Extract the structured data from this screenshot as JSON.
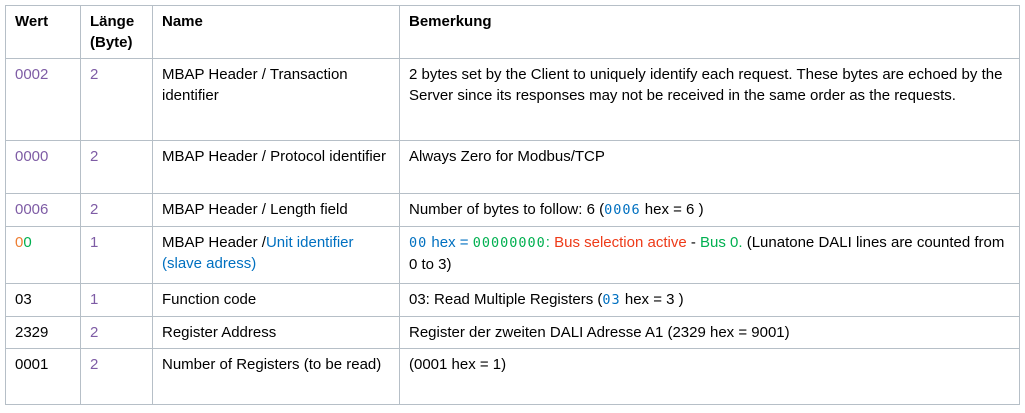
{
  "palette": {
    "black": "#000000",
    "purple": "#7E5CA5",
    "blue": "#0070C0",
    "green": "#00B050",
    "orange": "#ED7D31",
    "red": "#EE3A18"
  },
  "table": {
    "columns": [
      {
        "label": "Wert"
      },
      {
        "label": "Länge (Byte)"
      },
      {
        "label": "Name"
      },
      {
        "label": "Bemerkung"
      }
    ],
    "rows": [
      {
        "wert": [
          {
            "text": "0002",
            "color": "purple"
          }
        ],
        "laenge": [
          {
            "text": "2",
            "color": "purple"
          }
        ],
        "name": [
          {
            "text": "MBAP Header / Transaction identifier",
            "color": "black"
          }
        ],
        "bemerkung": [
          {
            "text": "2 bytes set by the Client to uniquely identify each request. These bytes are echoed by the Server since its responses may not be received in the same order as the requests.",
            "color": "black"
          }
        ]
      },
      {
        "wert": [
          {
            "text": "0000",
            "color": "purple"
          }
        ],
        "laenge": [
          {
            "text": "2",
            "color": "purple"
          }
        ],
        "name": [
          {
            "text": "MBAP Header / Protocol identifier",
            "color": "black"
          }
        ],
        "bemerkung": [
          {
            "text": "Always Zero for Modbus/TCP",
            "color": "black"
          }
        ]
      },
      {
        "wert": [
          {
            "text": "0006",
            "color": "purple"
          }
        ],
        "laenge": [
          {
            "text": "2",
            "color": "purple"
          }
        ],
        "name": [
          {
            "text": "MBAP Header / Length field",
            "color": "black"
          }
        ],
        "bemerkung": [
          {
            "text": "Number of bytes to follow: 6 (",
            "color": "black"
          },
          {
            "text": "0006",
            "color": "blue",
            "mono": true
          },
          {
            "text": " hex = 6 )",
            "color": "black"
          }
        ]
      },
      {
        "wert": [
          {
            "text": "0",
            "color": "orange"
          },
          {
            "text": "0",
            "color": "green"
          }
        ],
        "laenge": [
          {
            "text": "1",
            "color": "purple"
          }
        ],
        "name": [
          {
            "text": "MBAP Header /",
            "color": "black"
          },
          {
            "text": "Unit identifier (slave adress)",
            "color": "blue"
          }
        ],
        "bemerkung": [
          {
            "text": "00",
            "color": "blue",
            "mono": true
          },
          {
            "text": " hex = ",
            "color": "blue"
          },
          {
            "text": "00000000",
            "color": "green",
            "mono": true
          },
          {
            "text": ": ",
            "color": "green"
          },
          {
            "text": "Bus selection active",
            "color": "red"
          },
          {
            "text": " - ",
            "color": "black"
          },
          {
            "text": "Bus 0.",
            "color": "green"
          },
          {
            "text": " (Lunatone DALI lines are counted from 0 to 3)",
            "color": "black"
          }
        ]
      },
      {
        "wert": [
          {
            "text": "03",
            "color": "black"
          }
        ],
        "laenge": [
          {
            "text": "1",
            "color": "purple"
          }
        ],
        "name": [
          {
            "text": "Function code",
            "color": "black"
          }
        ],
        "bemerkung": [
          {
            "text": "03: Read Multiple Registers (",
            "color": "black"
          },
          {
            "text": "03",
            "color": "blue",
            "mono": true
          },
          {
            "text": " hex = 3 )",
            "color": "black"
          }
        ]
      },
      {
        "wert": [
          {
            "text": "2329",
            "color": "black"
          }
        ],
        "laenge": [
          {
            "text": "2",
            "color": "purple"
          }
        ],
        "name": [
          {
            "text": "Register Address",
            "color": "black"
          }
        ],
        "bemerkung": [
          {
            "text": "Register der zweiten DALI Adresse A1 (2329 hex = 9001)",
            "color": "black"
          }
        ]
      },
      {
        "wert": [
          {
            "text": "0001",
            "color": "black"
          }
        ],
        "laenge": [
          {
            "text": "2",
            "color": "purple"
          }
        ],
        "name": [
          {
            "text": "Number of Registers (to be read)",
            "color": "black"
          }
        ],
        "bemerkung": [
          {
            "text": "(0001 hex = 1)",
            "color": "black"
          }
        ]
      }
    ]
  }
}
